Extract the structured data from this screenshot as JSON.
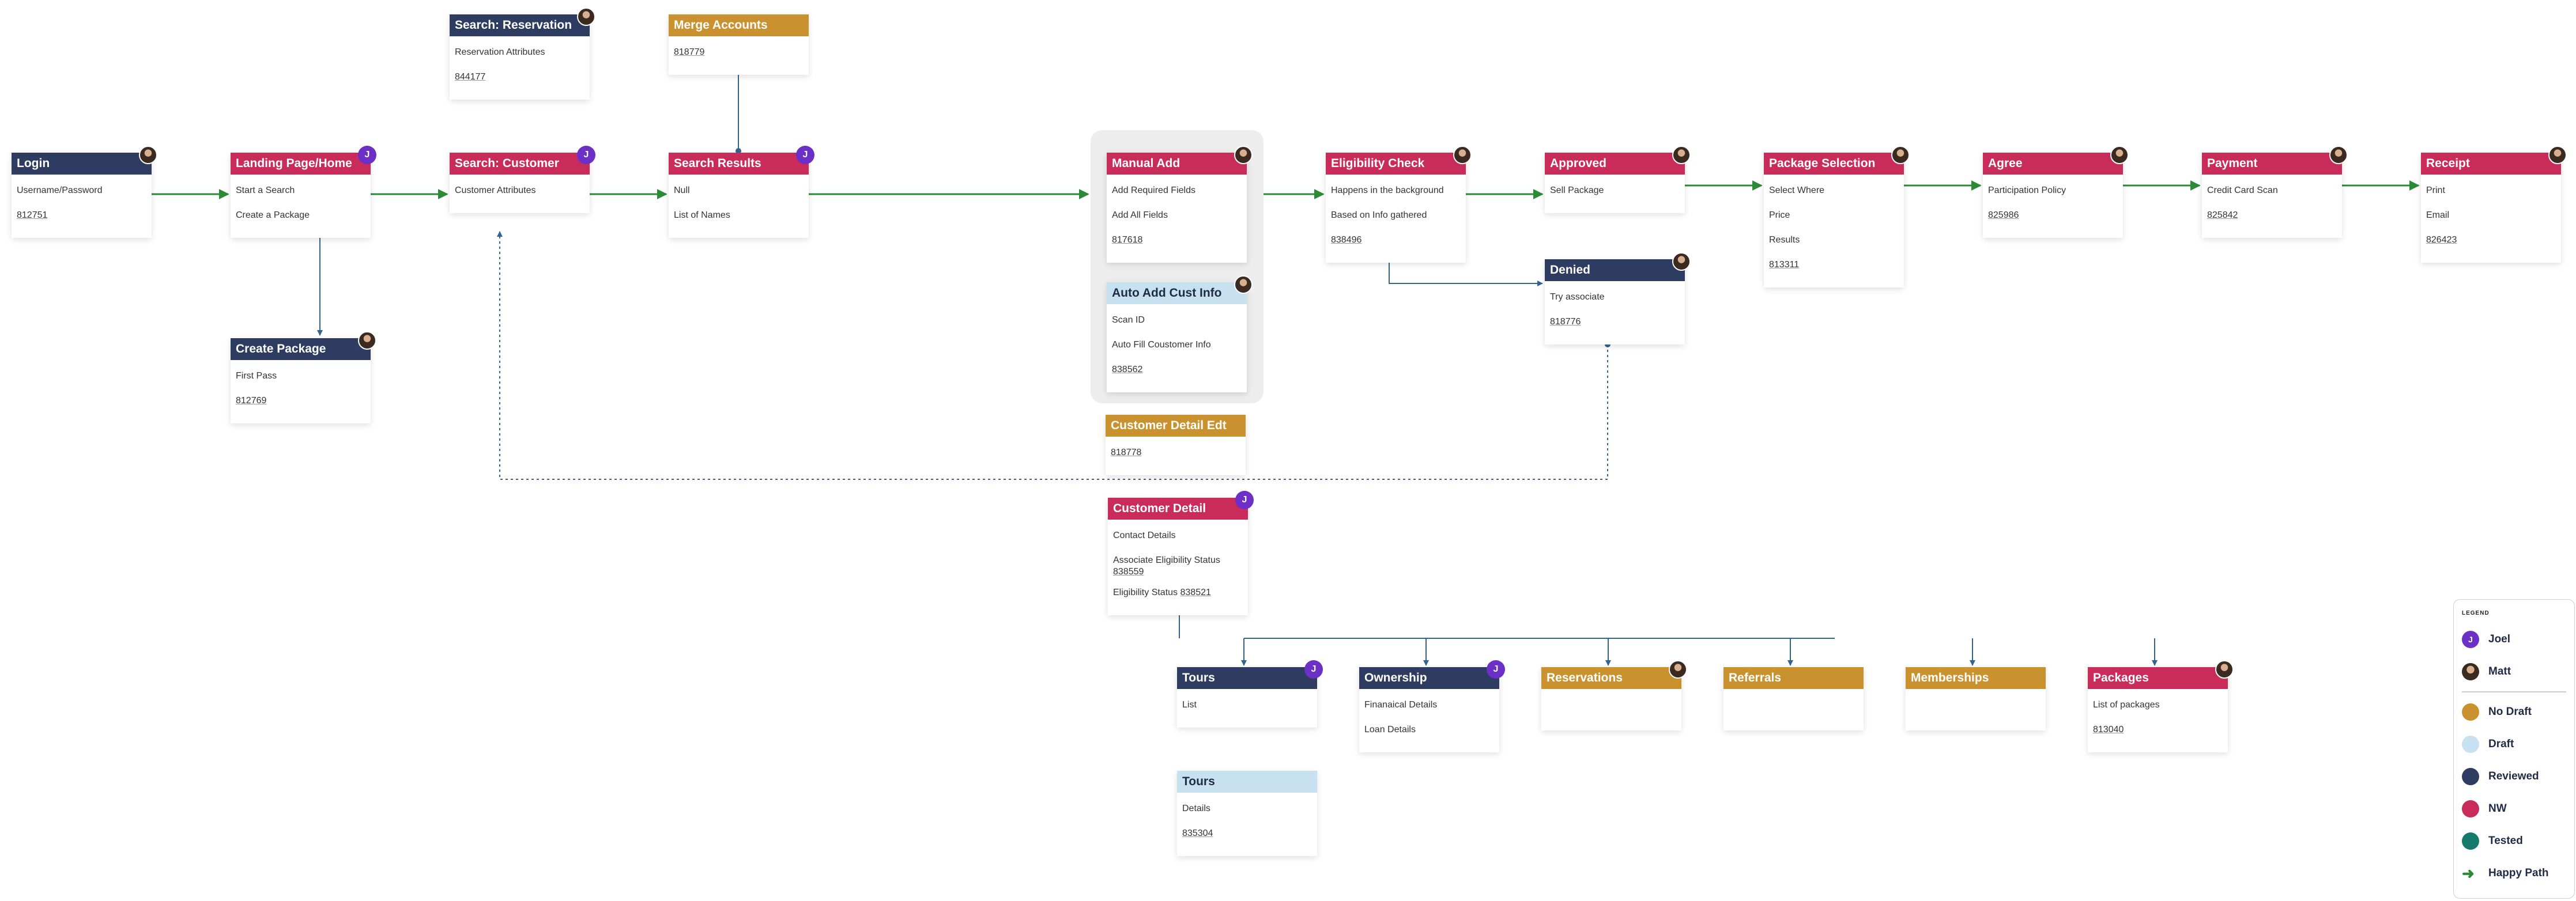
{
  "colors": {
    "no_draft": "#c9922f",
    "draft": "#c7e1f1",
    "reviewed": "#2f3c62",
    "nw": "#c92b5a",
    "tested": "#137a6c",
    "happy_path": "#2a8a36",
    "connector": "#31658f"
  },
  "cards": {
    "login": {
      "title": "Login",
      "rows": [
        "Username/Password",
        "812751"
      ],
      "avatar": "matt"
    },
    "landing": {
      "title": "Landing Page/Home",
      "rows": [
        "Start a Search",
        "Create a Package"
      ],
      "avatar": "joel"
    },
    "create_package": {
      "title": "Create Package",
      "rows": [
        "First Pass",
        "812769"
      ],
      "avatar": "matt"
    },
    "search_reservation": {
      "title": "Search: Reservation",
      "rows": [
        "Reservation Attributes",
        "844177"
      ],
      "avatar": "matt"
    },
    "search_customer": {
      "title": "Search: Customer",
      "rows": [
        "Customer Attributes"
      ],
      "avatar": "joel"
    },
    "merge_accounts": {
      "title": "Merge Accounts",
      "rows": [
        "818779"
      ],
      "avatar": ""
    },
    "search_results": {
      "title": "Search Results",
      "rows": [
        "Null",
        "List of Names"
      ],
      "avatar": "joel"
    },
    "manual_add": {
      "title": "Manual Add",
      "rows": [
        "Add Required Fields",
        "Add All Fields",
        "817618"
      ],
      "avatar": "matt"
    },
    "auto_add": {
      "title": "Auto Add Cust Info",
      "rows": [
        "Scan ID",
        "Auto Fill Coustomer Info",
        "838562"
      ],
      "avatar": "matt"
    },
    "customer_detail_edt": {
      "title": "Customer Detail Edt",
      "rows": [
        "818778"
      ],
      "avatar": ""
    },
    "customer_detail": {
      "title": "Customer Detail",
      "rows": [
        "Contact Details",
        "Associate Eligibility Status 838559",
        "Eligibility Status 838521"
      ],
      "avatar": "joel"
    },
    "eligibility_check": {
      "title": "Eligibility Check",
      "rows": [
        "Happens in the background",
        "Based on Info gathered",
        "838496"
      ],
      "avatar": "matt"
    },
    "approved": {
      "title": "Approved",
      "rows": [
        "Sell Package"
      ],
      "avatar": "matt"
    },
    "denied": {
      "title": "Denied",
      "rows": [
        "Try associate",
        "818776"
      ],
      "avatar": "matt"
    },
    "package_selection": {
      "title": "Package Selection",
      "rows": [
        "Select Where",
        "Price",
        "Results",
        "813311"
      ],
      "avatar": "matt"
    },
    "agree": {
      "title": "Agree",
      "rows": [
        "Participation Policy",
        "825986"
      ],
      "avatar": "matt"
    },
    "payment": {
      "title": "Payment",
      "rows": [
        "Credit Card Scan",
        "825842"
      ],
      "avatar": "matt"
    },
    "receipt": {
      "title": "Receipt",
      "rows": [
        "Print",
        "Email",
        "826423"
      ],
      "avatar": "matt"
    },
    "tours": {
      "title": "Tours",
      "rows": [
        "List"
      ],
      "avatar": "joel"
    },
    "tours_draft": {
      "title": "Tours",
      "rows": [
        "Details",
        "835304"
      ],
      "avatar": ""
    },
    "ownership": {
      "title": "Ownership",
      "rows": [
        "Finanaical Details",
        "Loan Details"
      ],
      "avatar": "joel"
    },
    "reservations": {
      "title": "Reservations",
      "rows": [],
      "avatar": "matt"
    },
    "referrals": {
      "title": "Referrals",
      "rows": [],
      "avatar": ""
    },
    "memberships": {
      "title": "Memberships",
      "rows": [],
      "avatar": ""
    },
    "packages": {
      "title": "Packages",
      "rows": [
        "List of packages",
        "813040"
      ],
      "avatar": "matt"
    }
  },
  "avatar_initial": "J",
  "legend": {
    "title": "LEGEND",
    "joel": "Joel",
    "matt": "Matt",
    "no_draft": "No Draft",
    "draft": "Draft",
    "reviewed": "Reviewed",
    "nw": "NW",
    "tested": "Tested",
    "happy_path": "Happy Path"
  }
}
